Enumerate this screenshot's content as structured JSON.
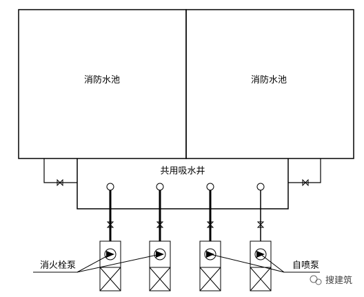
{
  "labels": {
    "tank_left": "消防水池",
    "tank_right": "消防水池",
    "suction_well": "共用吸水井",
    "hydrant_pumps": "消火栓泵",
    "sprinkler_pumps": "自喷泵"
  },
  "watermark": {
    "text": "搜建筑",
    "icon": "wechat-icon"
  }
}
